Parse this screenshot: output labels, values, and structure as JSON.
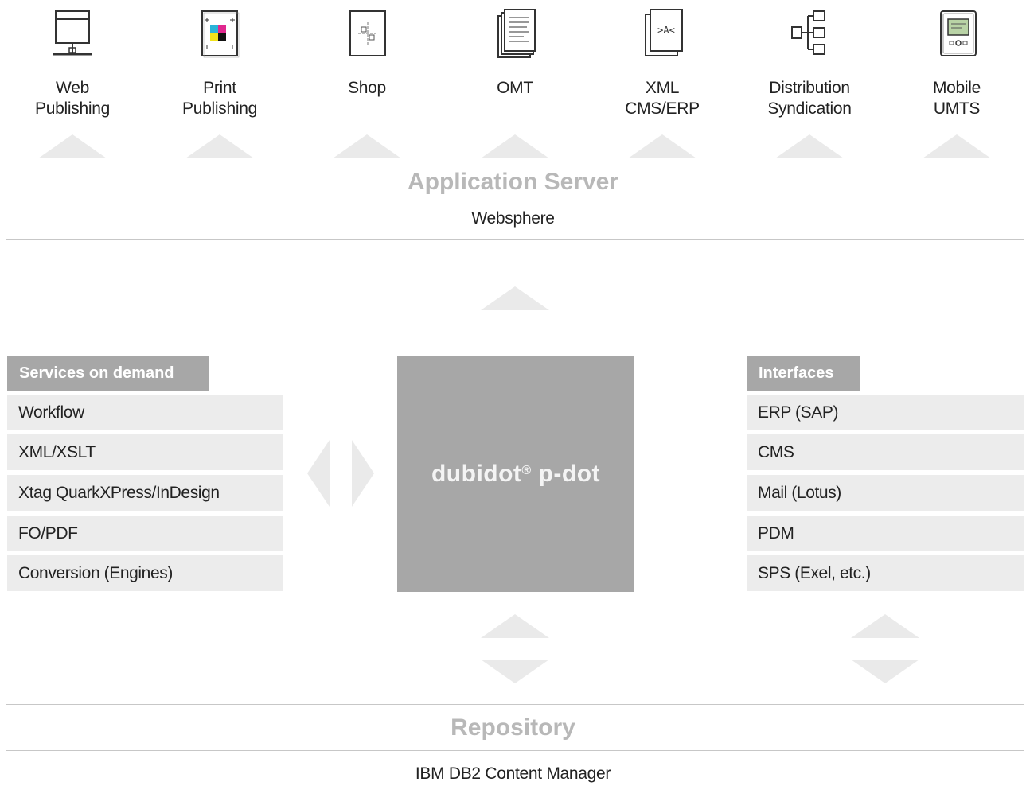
{
  "applications": [
    {
      "line1": "Web",
      "line2": "Publishing",
      "icon": "web-monitor-icon"
    },
    {
      "line1": "Print",
      "line2": "Publishing",
      "icon": "print-cmyk-icon"
    },
    {
      "line1": "Shop",
      "line2": "",
      "icon": "shop-document-icon"
    },
    {
      "line1": "OMT",
      "line2": "",
      "icon": "omt-stacked-pages-icon"
    },
    {
      "line1": "XML",
      "line2": "CMS/ERP",
      "icon": "xml-document-icon"
    },
    {
      "line1": "Distribution",
      "line2": "Syndication",
      "icon": "distribution-tree-icon"
    },
    {
      "line1": "Mobile",
      "line2": "UMTS",
      "icon": "mobile-device-icon"
    }
  ],
  "app_server": {
    "title": "Application Server",
    "subtitle": "Websphere"
  },
  "services": {
    "title": "Services on demand",
    "items": [
      "Workflow",
      "XML/XSLT",
      "Xtag QuarkXPress/InDesign",
      "FO/PDF",
      "Conversion (Engines)"
    ]
  },
  "core": {
    "name": "dubidot",
    "mark": "®",
    "suffix": " p-dot"
  },
  "interfaces": {
    "title": "Interfaces",
    "items": [
      "ERP (SAP)",
      "CMS",
      "Mail (Lotus)",
      "PDM",
      "SPS (Exel, etc.)"
    ]
  },
  "repository": {
    "title": "Repository",
    "subtitle": "IBM DB2 Content Manager"
  },
  "colors": {
    "panel": "#a7a7a7",
    "row": "#ececec",
    "arrow": "#eaeaea",
    "heading_gray": "#b8b8b8"
  }
}
